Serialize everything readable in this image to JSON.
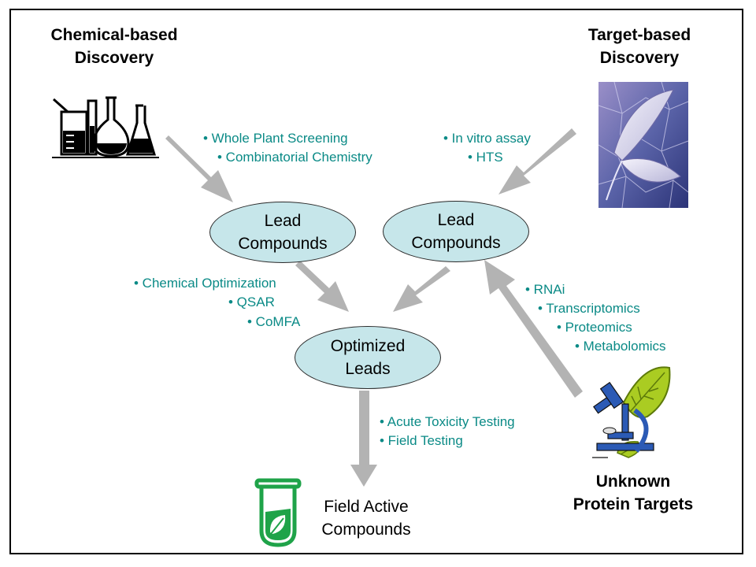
{
  "headings": {
    "chemical": [
      "Chemical-based",
      "Discovery"
    ],
    "target": [
      "Target-based",
      "Discovery"
    ],
    "unknown": [
      "Unknown",
      "Protein Targets"
    ]
  },
  "nodes": {
    "lead_left": [
      "Lead",
      "Compounds"
    ],
    "lead_right": [
      "Lead",
      "Compounds"
    ],
    "optimized": [
      "Optimized",
      "Leads"
    ],
    "field_active": [
      "Field Active",
      "Compounds"
    ]
  },
  "notes": {
    "chemical_methods": [
      "• Whole Plant Screening",
      "• Combinatorial Chemistry"
    ],
    "target_methods": [
      "• In vitro assay",
      "• HTS"
    ],
    "optimization": [
      "• Chemical Optimization",
      "• QSAR",
      "• CoMFA"
    ],
    "omics": [
      "• RNAi",
      "• Transcriptomics",
      "• Proteomics",
      "• Metabolomics"
    ],
    "testing": [
      "• Acute Toxicity Testing",
      "• Field Testing"
    ]
  },
  "icons": {
    "chemical": "lab-glassware-icon",
    "target": "leaf-network-image-icon",
    "unknown": "microscope-plant-icon",
    "field": "test-tube-leaf-icon"
  },
  "colors": {
    "note_text": "#0a8a86",
    "ellipse_fill": "#c6e6ea",
    "arrow": "#b3b3b3"
  }
}
